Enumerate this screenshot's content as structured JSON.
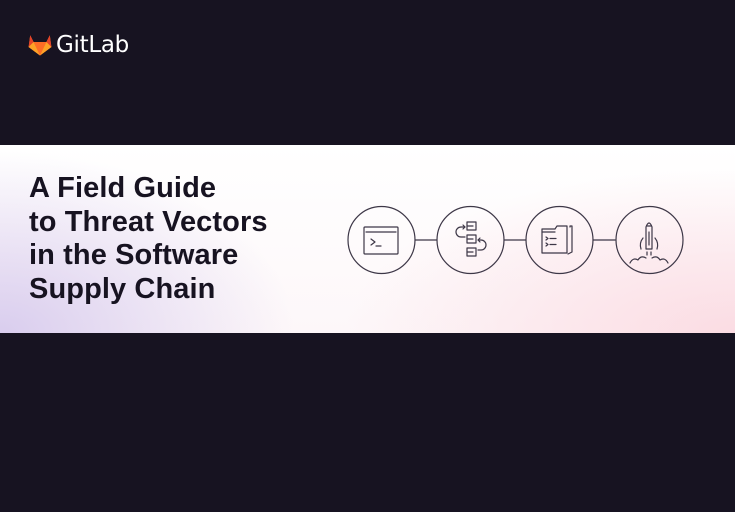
{
  "brand": {
    "name": "GitLab",
    "icon": "gitlab-tanuki-icon",
    "colors": {
      "orange_dark": "#e24329",
      "orange": "#fc6d26",
      "orange_light": "#fca326"
    }
  },
  "cover": {
    "title_lines": [
      "A Field Guide",
      "to Threat Vectors",
      "in the Software",
      "Supply Chain"
    ],
    "diagram_steps": [
      {
        "icon": "terminal-window-icon"
      },
      {
        "icon": "pipeline-flow-icon"
      },
      {
        "icon": "code-folder-icon"
      },
      {
        "icon": "rocket-launch-icon"
      }
    ]
  },
  "colors": {
    "background": "#171321",
    "text": "#171321",
    "line": "#4a4452"
  }
}
